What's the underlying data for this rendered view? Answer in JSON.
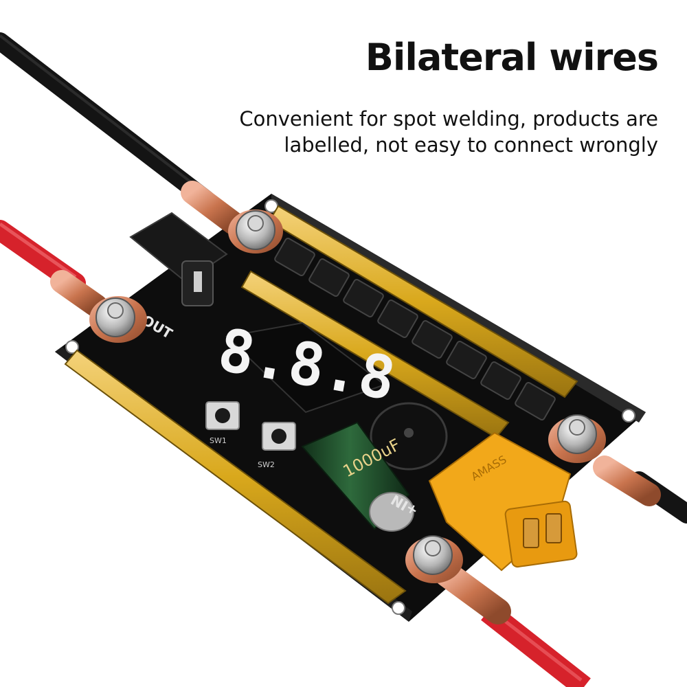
{
  "headline": "Bilateral wires",
  "subline": {
    "line1": "Convenient for spot welding, products are",
    "line2": "labelled, not easy to connect wrongly"
  },
  "board": {
    "display_digits": "8.8.8",
    "silk_out": "OUT",
    "silk_in": "+IN",
    "silk_sw1": "SW1",
    "silk_sw2": "SW2",
    "capacitor_label": "1000uF",
    "connector_label": "AMASS"
  },
  "colors": {
    "pcb": "#121212",
    "copper_bar": "#d9a81c",
    "red_wire": "#d6222b",
    "black_wire": "#141414",
    "connector": "#f2a81a",
    "capacitor": "#1f4a2a",
    "led_digits": "#f4f4f4"
  }
}
